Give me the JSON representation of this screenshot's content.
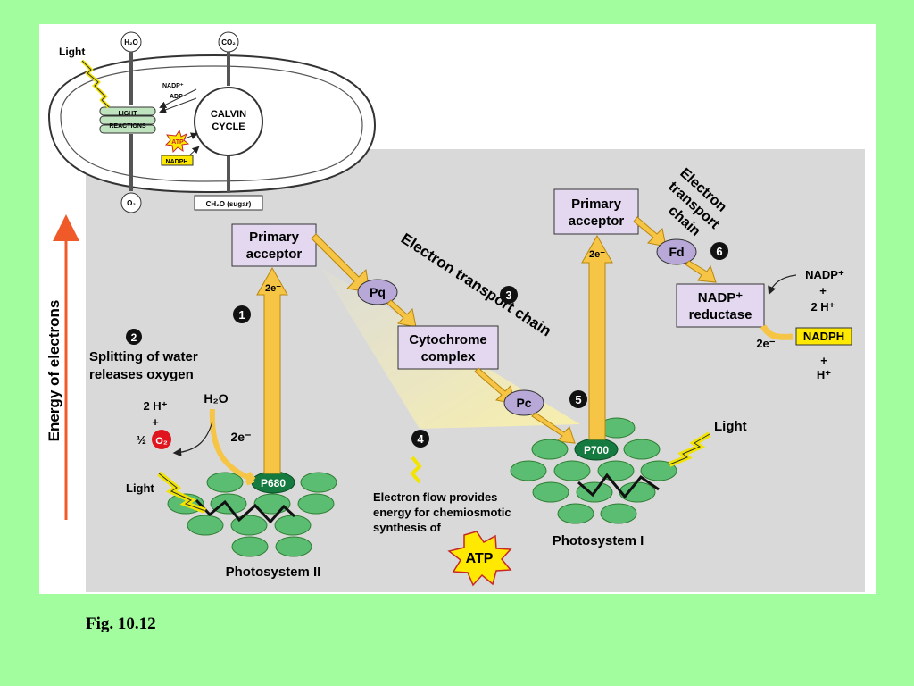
{
  "caption": "Fig. 10.12",
  "inset": {
    "light": "Light",
    "h2o": "H₂O",
    "co2": "CO₂",
    "nadp": "NADP⁺",
    "adp": "ADP",
    "light_reactions_1": "LIGHT",
    "light_reactions_2": "REACTIONS",
    "calvin_1": "CALVIN",
    "calvin_2": "CYCLE",
    "atp": "ATP",
    "nadph": "NADPH",
    "o2": "O₂",
    "sugar": "CH₂O (sugar)"
  },
  "axis_label": "Energy of electrons",
  "steps": {
    "s1": "1",
    "s2": "2",
    "s3": "3",
    "s4": "4",
    "s5": "5",
    "s6": "6"
  },
  "ps2": {
    "primary_acceptor_1": "Primary",
    "primary_acceptor_2": "acceptor",
    "two_e": "2e⁻",
    "splitting_1": "Splitting of water",
    "splitting_2": "releases oxygen",
    "two_h": "2 H⁺",
    "plus": "+",
    "half": "½",
    "o2": "O₂",
    "h2o": "H₂O",
    "two_e_water": "2e⁻",
    "light": "Light",
    "p680": "P680",
    "label": "Photosystem II"
  },
  "etc1": {
    "title": "Electron transport chain",
    "pq": "Pq",
    "cyt_1": "Cytochrome",
    "cyt_2": "complex",
    "pc": "Pc"
  },
  "atp_text": {
    "line1": "Electron flow provides",
    "line2": "energy for chemiosmotic",
    "line3": "synthesis of",
    "atp": "ATP"
  },
  "ps1": {
    "primary_acceptor_1": "Primary",
    "primary_acceptor_2": "acceptor",
    "two_e": "2e⁻",
    "p700": "P700",
    "light": "Light",
    "label": "Photosystem I"
  },
  "etc2": {
    "title_1": "Electron",
    "title_2": "transport",
    "title_3": "chain",
    "fd": "Fd",
    "reductase_1": "NADP⁺",
    "reductase_2": "reductase",
    "nadp": "NADP⁺",
    "plus": "+",
    "two_h": "2 H⁺",
    "two_e": "2e⁻",
    "nadph": "NADPH",
    "plus2": "+",
    "h": "H⁺"
  },
  "colors": {
    "background": "#a1fd9d",
    "panel": "#ffffff",
    "gray": "#d9d9d9",
    "box": "#e3d8f0",
    "oval": "#b7a8d8",
    "disc": "#5bbd72",
    "pigment": "#157a3f",
    "arrow": "#f7c545",
    "energy_arrow": "#f05a28"
  }
}
